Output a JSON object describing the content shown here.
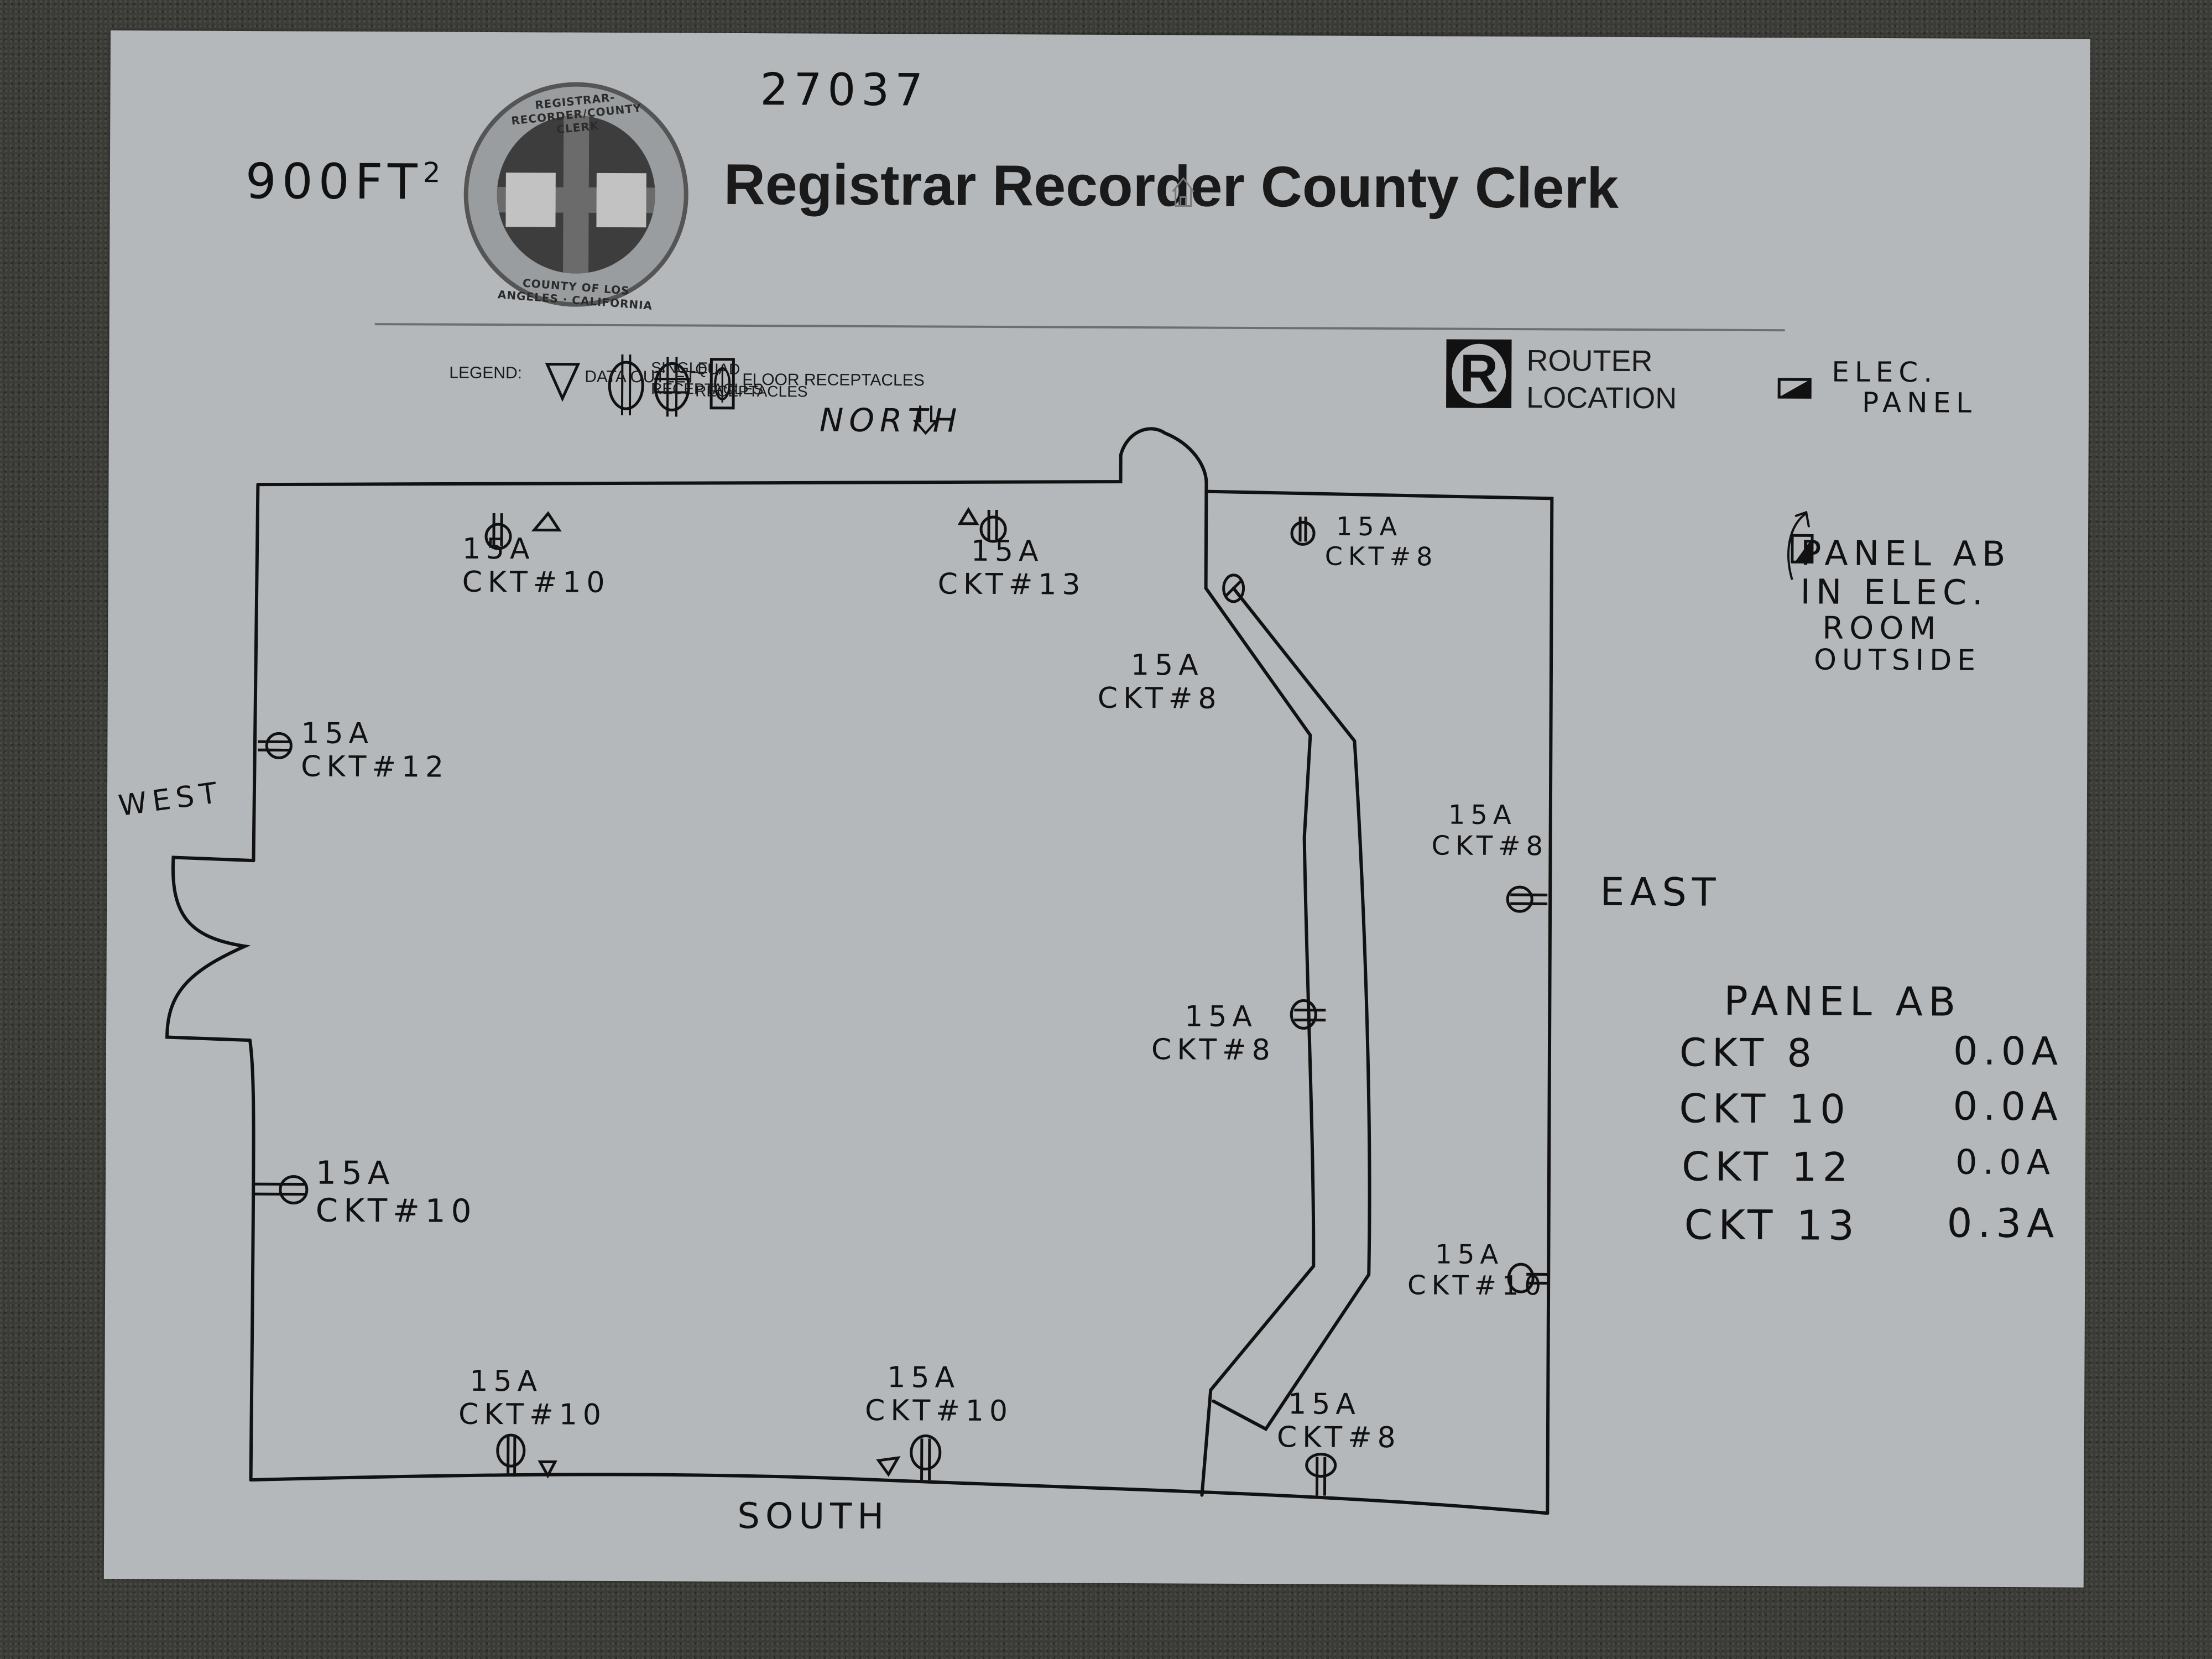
{
  "document": {
    "title": "Registrar Recorder County Clerk",
    "handwritten_id": "27037",
    "area": "900FT",
    "area_superscript": "2",
    "seal": {
      "top_text": "REGISTRAR-RECORDER/COUNTY CLERK",
      "bottom_text": "COUNTY OF LOS ANGELES · CALIFORNIA"
    },
    "home_icon": "home-icon"
  },
  "legend": {
    "label": "LEGEND:",
    "items": [
      {
        "icon": "data-outlet-triangle-icon",
        "label": "DATA OUTLET"
      },
      {
        "icon": "single-receptacle-icon",
        "label_line1": "SINGLE",
        "label_line2": "RECEPTACLES"
      },
      {
        "icon": "quad-receptacle-icon",
        "label_line1": "QUAD",
        "label_line2": "RECEPTACLES"
      },
      {
        "icon": "floor-receptacle-icon",
        "label": "FLOOR RECEPTACLES"
      },
      {
        "icon": "router-icon",
        "glyph": "R",
        "label_line1": "ROUTER",
        "label_line2": "LOCATION"
      },
      {
        "icon": "elec-panel-icon",
        "label_line1": "ELEC.",
        "label_line2": "PANEL"
      }
    ]
  },
  "directions": {
    "north": "NORTH",
    "south": "SOUTH",
    "east": "EAST",
    "west": "WEST"
  },
  "panel_note": {
    "line1": "PANEL AB",
    "line2": "IN ELEC.",
    "line3": "ROOM",
    "line4": "OUTSIDE"
  },
  "receptacles": [
    {
      "wall": "north",
      "amp": "15A",
      "circuit": "CKT#10"
    },
    {
      "wall": "north",
      "amp": "15A",
      "circuit": "CKT#13"
    },
    {
      "wall": "north-east-room",
      "amp": "15A",
      "circuit": "CKT#8"
    },
    {
      "wall": "corridor",
      "amp": "15A",
      "circuit": "CKT#8"
    },
    {
      "wall": "west",
      "amp": "15A",
      "circuit": "CKT#12"
    },
    {
      "wall": "east",
      "amp": "15A",
      "circuit": "CKT#8"
    },
    {
      "wall": "corridor-west",
      "amp": "15A",
      "circuit": "CKT#8"
    },
    {
      "wall": "west",
      "amp": "15A",
      "circuit": "CKT#10"
    },
    {
      "wall": "east",
      "amp": "15A",
      "circuit": "CKT#10"
    },
    {
      "wall": "south",
      "amp": "15A",
      "circuit": "CKT#10"
    },
    {
      "wall": "south",
      "amp": "15A",
      "circuit": "CKT#10"
    },
    {
      "wall": "south-east-room",
      "amp": "15A",
      "circuit": "CKT#8"
    }
  ],
  "panel_table": {
    "title": "PANEL AB",
    "rows": [
      {
        "circuit": "CKT 8",
        "load": "0.0A"
      },
      {
        "circuit": "CKT 10",
        "load": "0.0A"
      },
      {
        "circuit": "CKT 12",
        "load": "0.0A"
      },
      {
        "circuit": "CKT 13",
        "load": "0.3A"
      }
    ]
  }
}
